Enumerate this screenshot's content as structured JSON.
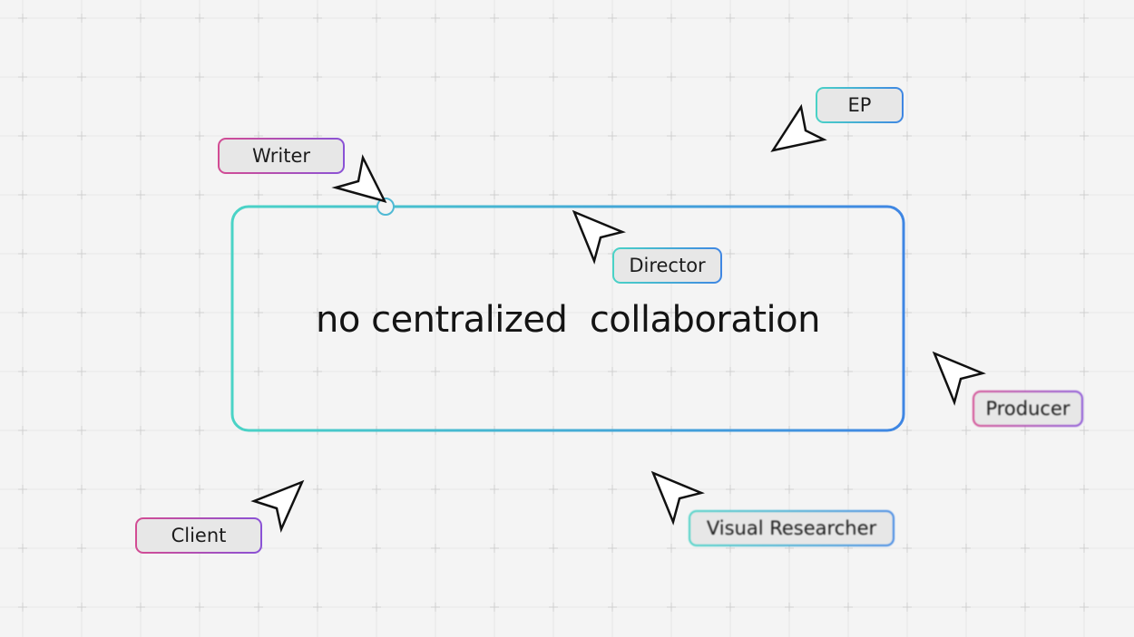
{
  "headline": "no centralized  collaboration",
  "collaborators": [
    {
      "label": "Writer",
      "style": "pink"
    },
    {
      "label": "EP",
      "style": "blue"
    },
    {
      "label": "Director",
      "style": "blue"
    },
    {
      "label": "Producer",
      "style": "pink"
    },
    {
      "label": "Client",
      "style": "pink"
    },
    {
      "label": "Visual Researcher",
      "style": "blue"
    }
  ],
  "colors": {
    "background": "#f4f4f4",
    "grid": "#dcdcdc",
    "frame_gradient_start": "#4ad3c6",
    "frame_gradient_end": "#3f86e3",
    "tag_fill": "#e7e7e7",
    "pink_border_start": "#d34c93",
    "pink_border_end": "#8a52d6",
    "cursor_stroke": "#111111",
    "cursor_fill": "#ffffff"
  }
}
